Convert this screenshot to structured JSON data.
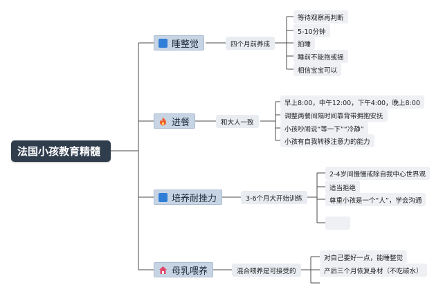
{
  "root": {
    "title": "法国小孩教育精髓"
  },
  "branches": [
    {
      "label": "睡整觉",
      "icon": "blue-square-icon",
      "sub": "四个月前养成",
      "leaves": [
        "等待观察再判断",
        "5-10分钟",
        "拍睡",
        "睡前不能抱或摇",
        "相信宝宝可以"
      ]
    },
    {
      "label": "进餐",
      "icon": "fire-icon",
      "sub": "和大人一致",
      "leaves": [
        "早上8:00，中午12:00，下午4:00，晚上8:00",
        "调整两餐间隔时间靠背带拥抱安抚",
        "小孩吵闹说“等一下”“冷静”",
        "小孩有自我转移注意力的能力"
      ]
    },
    {
      "label": "培养耐挫力",
      "icon": "blue-square-icon",
      "sub": "3-6个月大开始训练",
      "leaves": [
        "2-4岁间慢慢戒除自我中心世界观",
        "适当拒绝",
        "尊重小孩是一个“人”，学会沟通",
        ""
      ]
    },
    {
      "label": "母乳喂养",
      "icon": "house-icon",
      "sub": "混合喂养是可接受的",
      "leaves": [
        "对自己要好一点，能睡整觉",
        "产后三个月恢复身材（不吃碳水）"
      ]
    }
  ],
  "colors": {
    "root_bg": "#2f3d4d",
    "branch_bg": "#c7d4e4",
    "connector": "#4a4a4a",
    "blue_icon": "#2f7ed8",
    "fire_icon": "#f25c2a",
    "house_icon": "#e0496a"
  }
}
